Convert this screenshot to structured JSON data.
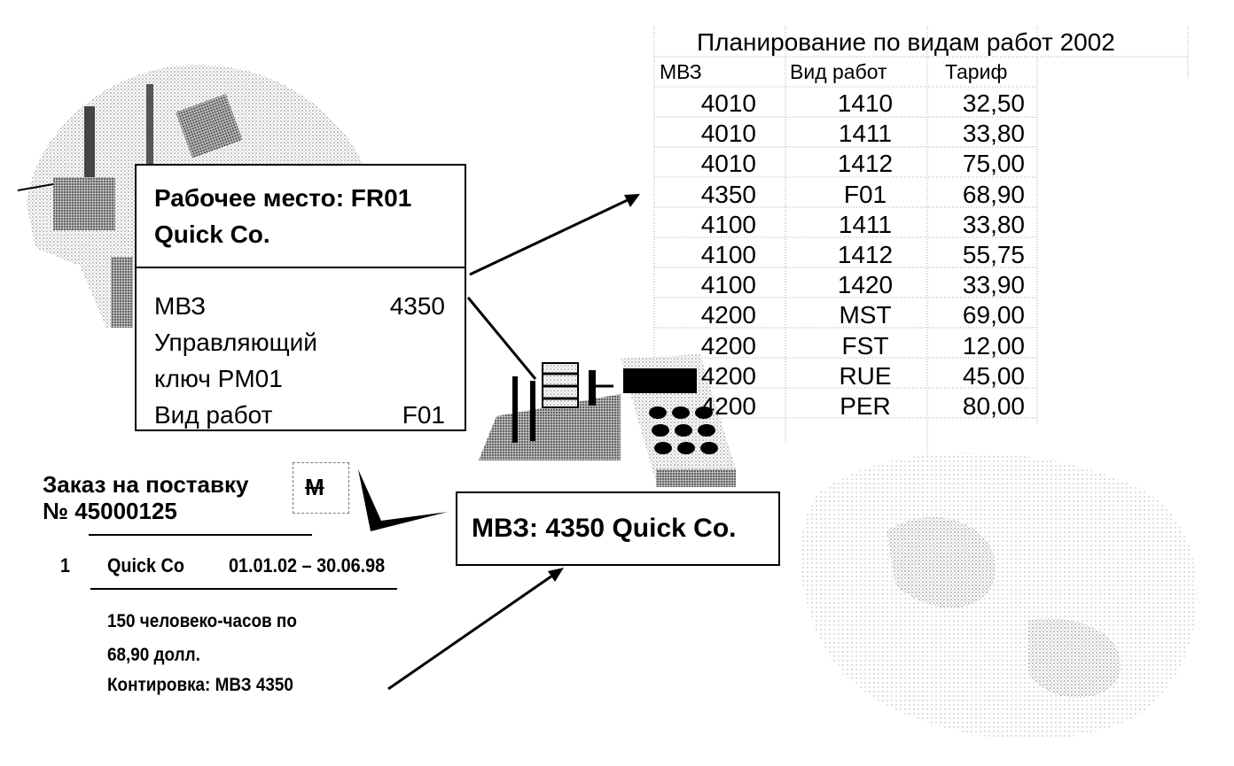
{
  "work_center": {
    "title_line1": "Рабочее место: FR01",
    "title_line2": "Quick Co.",
    "rows": [
      {
        "label": "МВЗ",
        "value": "4350"
      },
      {
        "label": "Управляющий",
        "value": ""
      },
      {
        "label": "ключ PM01",
        "value": ""
      },
      {
        "label": "Вид работ",
        "value": "F01"
      }
    ]
  },
  "planning_table": {
    "title": "Планирование по видам работ 2002",
    "headers": [
      "МВЗ",
      "Вид работ",
      "Тариф"
    ],
    "rows": [
      [
        "4010",
        "1410",
        "32,50"
      ],
      [
        "4010",
        "1411",
        "33,80"
      ],
      [
        "4010",
        "1412",
        "75,00"
      ],
      [
        "4350",
        "F01",
        "68,90"
      ],
      [
        "4100",
        "1411",
        "33,80"
      ],
      [
        "4100",
        "1412",
        "55,75"
      ],
      [
        "4100",
        "1420",
        "33,90"
      ],
      [
        "4200",
        "MST",
        "69,00"
      ],
      [
        "4200",
        "FST",
        "12,00"
      ],
      [
        "4200",
        "RUE",
        "45,00"
      ],
      [
        "4200",
        "PER",
        "80,00"
      ]
    ]
  },
  "order": {
    "title_line1": "Заказ на поставку",
    "title_line2": "№ 45000125",
    "stamp": "M",
    "item_number": "1",
    "item_vendor": "Quick Co",
    "item_dates": "01.01.02 – 30.06.98",
    "note_line1": "150 человеко-часов по",
    "note_line2": "68,90 долл.",
    "note_line3": "Контировка: МВЗ 4350"
  },
  "cost_center_box": {
    "text": "МВЗ: 4350 Quick Co."
  }
}
